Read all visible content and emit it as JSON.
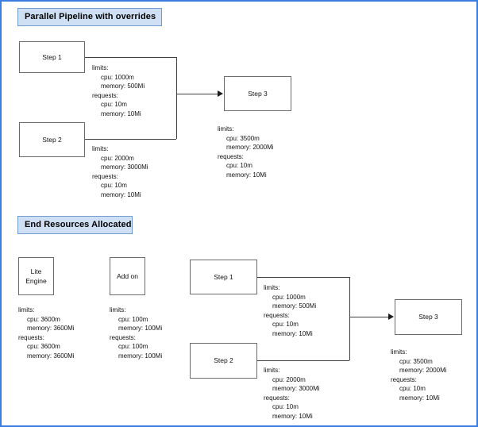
{
  "page": {
    "border_color": "#3b7de0",
    "background": "#ffffff"
  },
  "sections": [
    {
      "id": "parallel-pipeline",
      "title": "Parallel Pipeline with  overrides",
      "title_bg": "#cfe0f5",
      "title_border": "#6f9bd1"
    },
    {
      "id": "end-resources",
      "title": "End Resources Allocated",
      "title_bg": "#cfe0f5",
      "title_border": "#6f9bd1"
    }
  ],
  "top": {
    "nodes": {
      "step1": "Step 1",
      "step2": "Step 2",
      "step3": "Step 3"
    },
    "specs": {
      "step1": {
        "limits_label": "limits:",
        "limits_cpu": "cpu: 1000m",
        "limits_memory": "memory: 500Mi",
        "requests_label": "requests:",
        "requests_cpu": "cpu: 10m",
        "requests_memory": "memory: 10Mi"
      },
      "step2": {
        "limits_label": "limits:",
        "limits_cpu": "cpu: 2000m",
        "limits_memory": "memory: 3000Mi",
        "requests_label": "requests:",
        "requests_cpu": "cpu: 10m",
        "requests_memory": "memory: 10Mi"
      },
      "step3": {
        "limits_label": "limits:",
        "limits_cpu": "cpu: 3500m",
        "limits_memory": "memory: 2000Mi",
        "requests_label": "requests:",
        "requests_cpu": "cpu: 10m",
        "requests_memory": "memory: 10Mi"
      }
    }
  },
  "bottom": {
    "nodes": {
      "lite_engine_line1": "Lite",
      "lite_engine_line2": "Engine",
      "add_on": "Add on",
      "step1": "Step 1",
      "step2": "Step 2",
      "step3": "Step 3"
    },
    "specs": {
      "lite_engine": {
        "limits_label": "limits:",
        "limits_cpu": "cpu: 3600m",
        "limits_memory": "memory: 3600Mi",
        "requests_label": "requests:",
        "requests_cpu": "cpu: 3600m",
        "requests_memory": "memory: 3600Mi"
      },
      "add_on": {
        "limits_label": "limits:",
        "limits_cpu": "cpu: 100m",
        "limits_memory": "memory: 100Mi",
        "requests_label": "requests:",
        "requests_cpu": "cpu: 100m",
        "requests_memory": "memory: 100Mi"
      },
      "step1": {
        "limits_label": "limits:",
        "limits_cpu": "cpu: 1000m",
        "limits_memory": "memory: 500Mi",
        "requests_label": "requests:",
        "requests_cpu": "cpu: 10m",
        "requests_memory": "memory: 10Mi"
      },
      "step2": {
        "limits_label": "limits:",
        "limits_cpu": "cpu: 2000m",
        "limits_memory": "memory: 3000Mi",
        "requests_label": "requests:",
        "requests_cpu": "cpu: 10m",
        "requests_memory": "memory: 10Mi"
      },
      "step3": {
        "limits_label": "limits:",
        "limits_cpu": "cpu: 3500m",
        "limits_memory": "memory: 2000Mi",
        "requests_label": "requests:",
        "requests_cpu": "cpu: 10m",
        "requests_memory": "memory: 10Mi"
      }
    }
  }
}
